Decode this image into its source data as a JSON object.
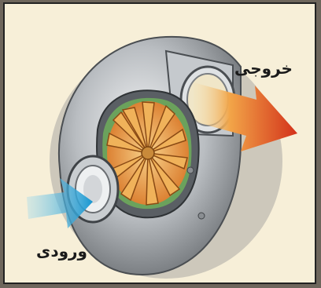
{
  "labels": {
    "outlet": "خروجی",
    "inlet": "ورودی"
  },
  "icons": {
    "figure": "centrifugal-fan-cutaway",
    "outlet_arrow": "arrow-right-icon",
    "inlet_arrow": "arrow-right-icon"
  },
  "colors": {
    "background": "#f7efd8",
    "border": "#222222",
    "casing": "#b8bcc0",
    "impeller": "#e89a3a",
    "outlet_arrow": "#d9401e",
    "inlet_arrow": "#2aa6d8"
  }
}
